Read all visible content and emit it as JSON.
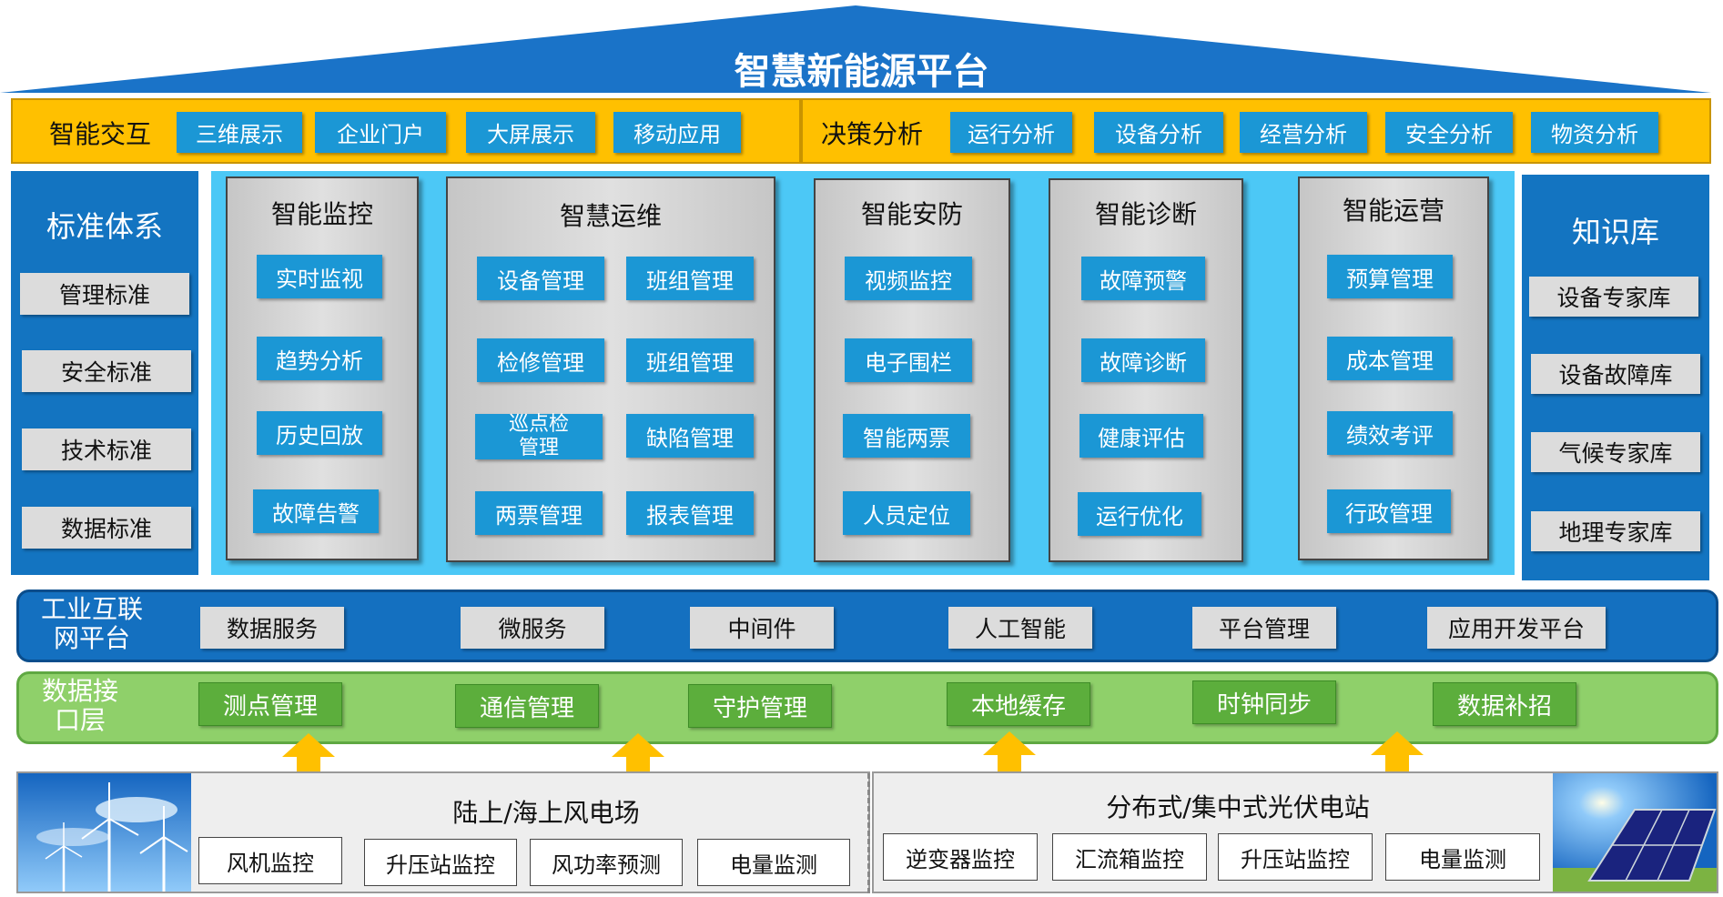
{
  "title": "智慧新能源平台",
  "top_bar": {
    "left_label": "智能交互",
    "left_items": [
      "三维展示",
      "企业门户",
      "大屏展示",
      "移动应用"
    ],
    "right_label": "决策分析",
    "right_items": [
      "运行分析",
      "设备分析",
      "经营分析",
      "安全分析",
      "物资分析"
    ]
  },
  "left_panel": {
    "title": "标准体系",
    "items": [
      "管理标准",
      "安全标准",
      "技术标准",
      "数据标准"
    ]
  },
  "right_panel": {
    "title": "知识库",
    "items": [
      "设备专家库",
      "设备故障库",
      "气候专家库",
      "地理专家库"
    ]
  },
  "modules": [
    {
      "title": "智能监控",
      "items": [
        "实时监视",
        "趋势分析",
        "历史回放",
        "故障告警"
      ]
    },
    {
      "title": "智慧运维",
      "items": [
        "设备管理",
        "班组管理",
        "检修管理",
        "班组管理",
        "巡点检管理",
        "缺陷管理",
        "两票管理",
        "报表管理"
      ]
    },
    {
      "title": "智能安防",
      "items": [
        "视频监控",
        "电子围栏",
        "智能两票",
        "人员定位"
      ]
    },
    {
      "title": "智能诊断",
      "items": [
        "故障预警",
        "故障诊断",
        "健康评估",
        "运行优化"
      ]
    },
    {
      "title": "智能运营",
      "items": [
        "预算管理",
        "成本管理",
        "绩效考评",
        "行政管理"
      ]
    }
  ],
  "iiot_layer": {
    "label": "工业互联网平台",
    "items": [
      "数据服务",
      "微服务",
      "中间件",
      "人工智能",
      "平台管理",
      "应用开发平台"
    ]
  },
  "interface_layer": {
    "label": "数据接口层",
    "items": [
      "测点管理",
      "通信管理",
      "守护管理",
      "本地缓存",
      "时钟同步",
      "数据补招"
    ]
  },
  "wind": {
    "title": "陆上/海上风电场",
    "items": [
      "风机监控",
      "升压站监控",
      "风功率预测",
      "电量监测"
    ]
  },
  "solar": {
    "title": "分布式/集中式光伏电站",
    "items": [
      "逆变器监控",
      "汇流箱监控",
      "升压站监控",
      "电量监测"
    ]
  },
  "colors": {
    "roof": "#1a73c8",
    "accent_blue": "#1b97d5",
    "yellow": "#ffc000",
    "green": "#8fd06a",
    "panel_blue": "#1374c1"
  }
}
